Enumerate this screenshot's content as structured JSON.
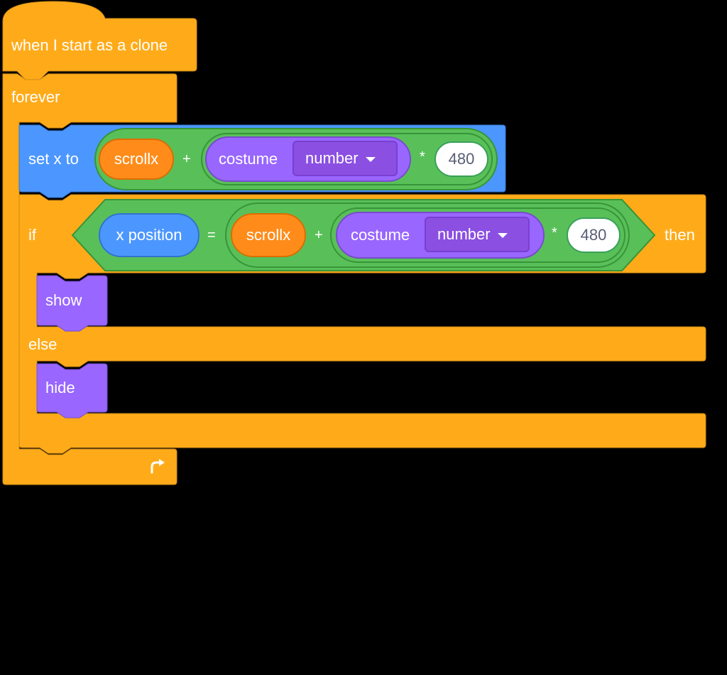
{
  "colors": {
    "control": "#ffab19",
    "motion": "#4c97ff",
    "operators": "#59c059",
    "looks": "#9966ff",
    "variables": "#ff8c1a",
    "background": "#000000"
  },
  "hat": {
    "label": "when I start as a clone"
  },
  "forever": {
    "label": "forever",
    "loop_icon": "loop-arrow-icon"
  },
  "set_x": {
    "label": "set x to",
    "variable": "scrollx",
    "plus": "+",
    "costume_label": "costume",
    "costume_option": "number",
    "times": "*",
    "number": "480"
  },
  "if_block": {
    "if_label": "if",
    "then_label": "then",
    "else_label": "else",
    "left": "x position",
    "equals": "=",
    "variable": "scrollx",
    "plus": "+",
    "costume_label": "costume",
    "costume_option": "number",
    "times": "*",
    "number": "480"
  },
  "show": {
    "label": "show"
  },
  "hide": {
    "label": "hide"
  }
}
